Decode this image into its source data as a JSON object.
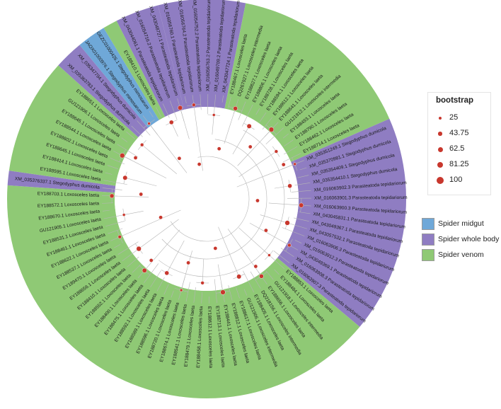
{
  "colors": {
    "Spider venom": "#8fc975",
    "Spider whole body": "#8f7dc2",
    "Spider midgut": "#6fa8d8",
    "node": "#c8372d"
  },
  "tree": {
    "leaves": [
      {
        "label": "XM_016056760.1 Parasteatoda tepidariorum",
        "group": "Spider whole body"
      },
      {
        "label": "XM_016056764.2 Parasteatoda tepidariorum",
        "group": "Spider whole body"
      },
      {
        "label": "XM_016054752.2 Parasteatoda tepidariorum",
        "group": "Spider whole body"
      },
      {
        "label": "XM_016056763.2 Parasteatoda tepidariorum",
        "group": "Spider whole body"
      },
      {
        "label": "XM_016049709.2 Parasteatoda tepidariorum",
        "group": "Spider whole body"
      },
      {
        "label": "XM_043047724.1 Parasteatoda tepidariorum",
        "group": "Spider whole body"
      },
      {
        "label": "EY188467.1 Loxosceles laeta",
        "group": "Spider venom"
      },
      {
        "label": "DQ267927.1 Loxosceles intermedia",
        "group": "Spider venom"
      },
      {
        "label": "EY188627.1 Loxosceles laeta",
        "group": "Spider venom"
      },
      {
        "label": "EY188806.1 Loxosceles laeta",
        "group": "Spider venom"
      },
      {
        "label": "EY188728.1 Loxosceles laeta",
        "group": "Spider venom"
      },
      {
        "label": "EY188594.1 Loxosceles laeta",
        "group": "Spider venom"
      },
      {
        "label": "EY188612.1 Loxosceles laeta",
        "group": "Spider venom"
      },
      {
        "label": "EY188641.1 Loxosceles laeta",
        "group": "Spider venom"
      },
      {
        "label": "GU121912.1 Loxosceles intermedia",
        "group": "Spider venom"
      },
      {
        "label": "EY188493.1 Loxosceles laeta",
        "group": "Spider venom"
      },
      {
        "label": "EY188790.1 Loxosceles laeta",
        "group": "Spider venom"
      },
      {
        "label": "EY188462.1 Loxosceles laeta",
        "group": "Spider venom"
      },
      {
        "label": "EY188714.1 Loxosceles laeta",
        "group": "Spider venom"
      },
      {
        "label": "XM_035351249.1 Stegodyphus dumicola",
        "group": "Spider whole body"
      },
      {
        "label": "XM_035370981.1 Stegodyphus dumicola",
        "group": "Spider whole body"
      },
      {
        "label": "XM_035354409.1 Stegodyphus dumicola",
        "group": "Spider whole body"
      },
      {
        "label": "XM_035354410.1 Stegodyphus dumicola",
        "group": "Spider whole body"
      },
      {
        "label": "XM_016063902.3 Parasteatoda tepidariorum",
        "group": "Spider whole body"
      },
      {
        "label": "XM_016063901.3 Parasteatoda tepidariorum",
        "group": "Spider whole body"
      },
      {
        "label": "XM_016063900.3 Parasteatoda tepidariorum",
        "group": "Spider whole body"
      },
      {
        "label": "XM_043045831.1 Parasteatoda tepidariorum",
        "group": "Spider whole body"
      },
      {
        "label": "XM_043049367.1 Parasteatoda tepidariorum",
        "group": "Spider whole body"
      },
      {
        "label": "XM_043057532.1 Parasteatoda tepidariorum",
        "group": "Spider whole body"
      },
      {
        "label": "XM_016063906.3 Parasteatoda tepidariorum",
        "group": "Spider whole body"
      },
      {
        "label": "XM_016063912.3 Parasteatoda tepidariorum",
        "group": "Spider whole body"
      },
      {
        "label": "XM_043049369.1 Parasteatoda tepidariorum",
        "group": "Spider whole body"
      },
      {
        "label": "XM_016063908.3 Parasteatoda tepidariorum",
        "group": "Spider whole body"
      },
      {
        "label": "XM_016063907.3 Parasteatoda tepidariorum",
        "group": "Spider whole body"
      },
      {
        "label": "EY188853.1 Loxosceles laeta",
        "group": "Spider venom"
      },
      {
        "label": "EY188484.1 Loxosceles laeta",
        "group": "Spider venom"
      },
      {
        "label": "GU121918.1 Loxosceles intermedia",
        "group": "Spider venom"
      },
      {
        "label": "EY188656.1 Loxosceles laeta",
        "group": "Spider venom"
      },
      {
        "label": "DQ218156.1 Loxosceles intermedia",
        "group": "Spider venom"
      },
      {
        "label": "EY188405.1 Loxosceles laeta",
        "group": "Spider venom"
      },
      {
        "label": "GU121906.1 Loxosceles intermedia",
        "group": "Spider venom"
      },
      {
        "label": "EY188617.1 Loxosceles laeta",
        "group": "Spider venom"
      },
      {
        "label": "EY188812.1 Loxosceles laeta",
        "group": "Spider venom"
      },
      {
        "label": "EY188441.1 Loxosceles laeta",
        "group": "Spider venom"
      },
      {
        "label": "EY188713.1 Loxosceles laeta",
        "group": "Spider venom"
      },
      {
        "label": "EY188612.1 Loxosceles laeta",
        "group": "Spider venom"
      },
      {
        "label": "EY188458.1 Loxosceles laeta",
        "group": "Spider venom"
      },
      {
        "label": "EY188479.1 Loxosceles laeta",
        "group": "Spider venom"
      },
      {
        "label": "EY188541.1 Loxosceles laeta",
        "group": "Spider venom"
      },
      {
        "label": "EY188674.1 Loxosceles laeta",
        "group": "Spider venom"
      },
      {
        "label": "EY188720.1 Loxosceles laeta",
        "group": "Spider venom"
      },
      {
        "label": "EY188596.1 Loxosceles laeta",
        "group": "Spider venom"
      },
      {
        "label": "EY188589.1 Loxosceles laeta",
        "group": "Spider venom"
      },
      {
        "label": "EY188592.1 Loxosceles laeta",
        "group": "Spider venom"
      },
      {
        "label": "EY188475.1 Loxosceles laeta",
        "group": "Spider venom"
      },
      {
        "label": "EY188400.1 Loxosceles laeta",
        "group": "Spider venom"
      },
      {
        "label": "EY188552.1 Loxosceles laeta",
        "group": "Spider venom"
      },
      {
        "label": "EY188410.1 Loxosceles laeta",
        "group": "Spider venom"
      },
      {
        "label": "EY188656.1 Loxosceles laeta",
        "group": "Spider venom"
      },
      {
        "label": "EY189470.1 Loxosceles laeta",
        "group": "Spider venom"
      },
      {
        "label": "EY188537.1 Loxosceles laeta",
        "group": "Spider venom"
      },
      {
        "label": "EY188622.1 Loxosceles laeta",
        "group": "Spider venom"
      },
      {
        "label": "EY188461.1 Loxosceles laeta",
        "group": "Spider venom"
      },
      {
        "label": "EY188531.1 Loxosceles laeta",
        "group": "Spider venom"
      },
      {
        "label": "GU121905.1 Loxosceles laeta",
        "group": "Spider venom"
      },
      {
        "label": "EY188670.1 Loxosceles laeta",
        "group": "Spider venom"
      },
      {
        "label": "EY188572.1 Loxosceles laeta",
        "group": "Spider venom"
      },
      {
        "label": "EY188703.1 Loxosceles laeta",
        "group": "Spider venom"
      },
      {
        "label": "XM_035376337.1 Stegodyphus dumicola",
        "group": "Spider whole body"
      },
      {
        "label": "EY188595.1 Loxosceles laeta",
        "group": "Spider venom"
      },
      {
        "label": "EY188414.1 Loxosceles laeta",
        "group": "Spider venom"
      },
      {
        "label": "EY188645.1 Loxosceles laeta",
        "group": "Spider venom"
      },
      {
        "label": "EY188602.1 Loxosceles laeta",
        "group": "Spider venom"
      },
      {
        "label": "EY188544.1 Loxosceles laeta",
        "group": "Spider venom"
      },
      {
        "label": "EY188645.1 Loxosceles laeta",
        "group": "Spider venom"
      },
      {
        "label": "GU121906.1 Loxosceles laeta",
        "group": "Spider venom"
      },
      {
        "label": "EY188651.1 Loxosceles laeta",
        "group": "Spider venom"
      },
      {
        "label": "XM_035363783.1 Stegodyphus dumicola",
        "group": "Spider whole body"
      },
      {
        "label": "XM_035347794.1 Stegodyphus dumicola",
        "group": "Spider whole body"
      },
      {
        "label": "JAOX01000976.1 Stegodyphus mimosarum",
        "group": "Spider midgut"
      },
      {
        "label": "GEZC01000426.1 Stegodyphus mimosarum",
        "group": "Spider midgut"
      },
      {
        "label": "EY188410.1 Loxosceles laeta",
        "group": "Spider venom"
      },
      {
        "label": "XM_043044061.1 Parasteatoda tepidariorum",
        "group": "Spider whole body"
      },
      {
        "label": "XM_016054716.2 Parasteatoda tepidariorum",
        "group": "Spider whole body"
      },
      {
        "label": "XM_043048727.1 Parasteatoda tepidariorum",
        "group": "Spider whole body"
      }
    ],
    "startAngle": -102
  },
  "legend_bootstrap": {
    "title": "bootstrap",
    "items": [
      {
        "label": "25",
        "value": 25
      },
      {
        "label": "43.75",
        "value": 43.75
      },
      {
        "label": "62.5",
        "value": 62.5
      },
      {
        "label": "81.25",
        "value": 81.25
      },
      {
        "label": "100",
        "value": 100
      }
    ]
  },
  "legend_tissue": [
    {
      "label": "Spider midgut",
      "color": "#6fa8d8"
    },
    {
      "label": "Spider whole body",
      "color": "#8f7dc2"
    },
    {
      "label": "Spider venom",
      "color": "#8fc975"
    }
  ]
}
